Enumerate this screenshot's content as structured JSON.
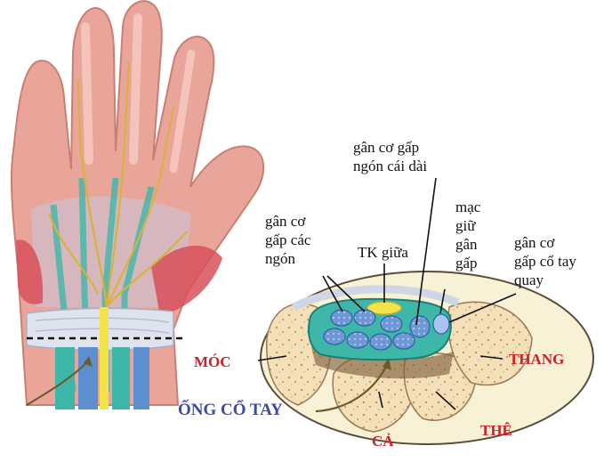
{
  "labels": {
    "flexor_pollicis_longus": "gân cơ gấp\nngón cái dài",
    "flexor_digitorum": "gân cơ\ngấp các\nngón",
    "median_nerve": "TK giữa",
    "flexor_retinaculum": "mạc\ngiữ\ngân\ngấp",
    "flexor_carpi_radialis": "gân cơ\ngấp cổ tay\nquay",
    "hamate": "MÓC",
    "trapezium": "THANG",
    "carpal_tunnel": "ỐNG CỔ TAY",
    "capitate": "CẢ",
    "trapezoid": "THÊ"
  },
  "colors": {
    "skin": "#e9a59a",
    "tendon_teal": "#3fb7a8",
    "tendon_blue": "#5b8fd0",
    "nerve_yellow": "#f3e24a",
    "bone": "#f1dcb3",
    "label_red": "#c8232c",
    "label_blue": "#3b4aa8"
  }
}
